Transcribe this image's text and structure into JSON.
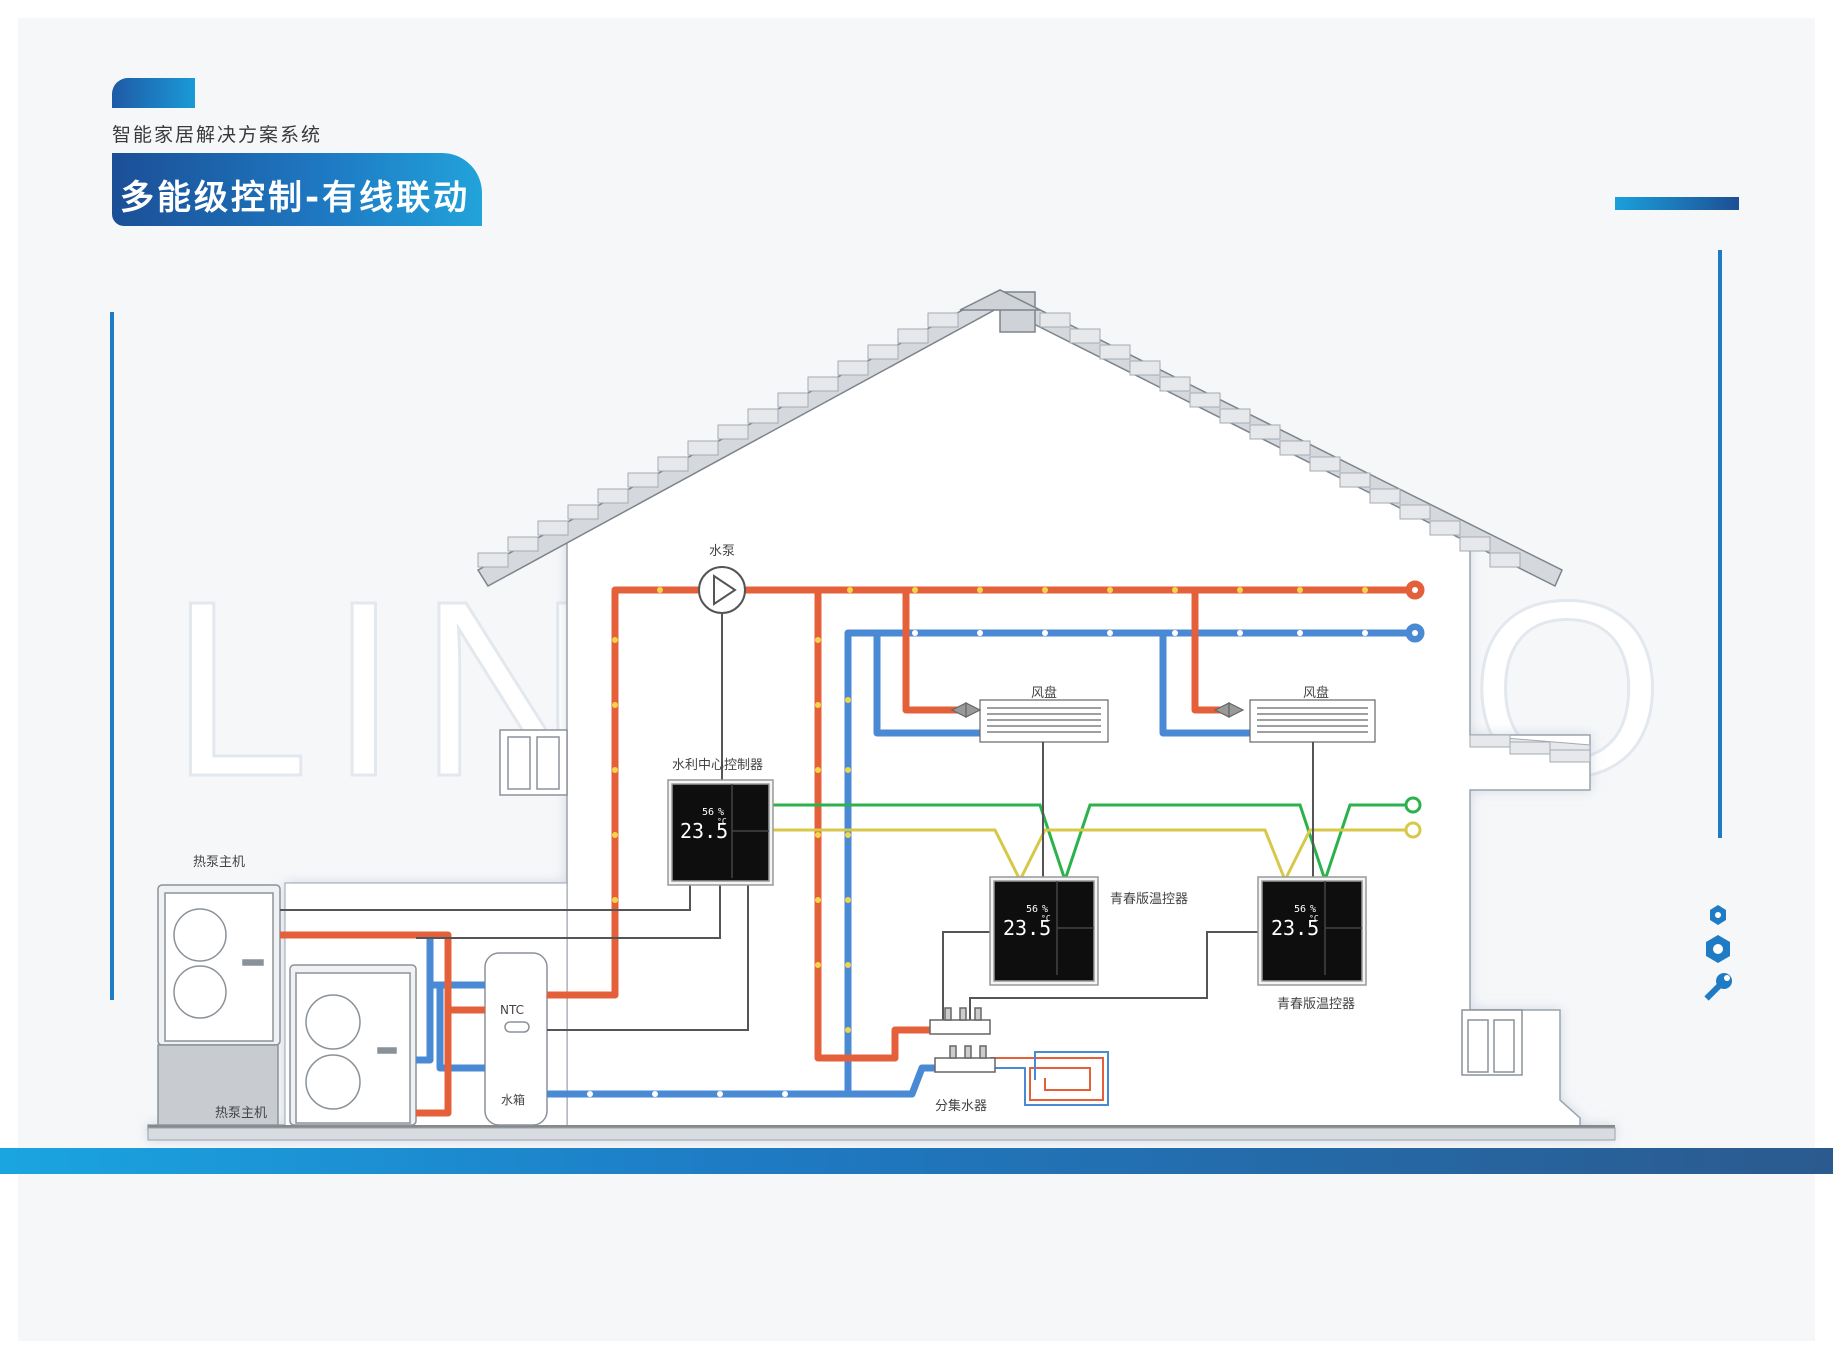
{
  "header": {
    "subtitle": "智能家居解决方案系统",
    "title": "多能级控制-有线联动"
  },
  "watermark": {
    "left": "LIN",
    "right": "O"
  },
  "labels": {
    "pump": "水泵",
    "fan_coil_1": "风盘",
    "fan_coil_2": "风盘",
    "center_controller": "水利中心控制器",
    "heat_pump_top": "热泵主机",
    "heat_pump_bottom": "热泵主机",
    "tank_ntc": "NTC",
    "tank": "水箱",
    "manifold": "分集水器",
    "thermostat_1": "青春版温控器",
    "thermostat_2": "青春版温控器"
  },
  "thermostat_display": {
    "temperature": "23.5",
    "temp_unit": "°C",
    "humidity": "56",
    "humidity_unit": "%"
  },
  "colors": {
    "hot_pipe": "#e4603b",
    "cold_pipe": "#4a8ad4",
    "signal_green": "#2bb24c",
    "signal_yellow": "#d8c84a",
    "wire": "#555555",
    "accent": "#1e7bc4"
  },
  "side_icons": [
    "hexagon-small-icon",
    "hexagon-large-icon",
    "wrench-icon"
  ]
}
